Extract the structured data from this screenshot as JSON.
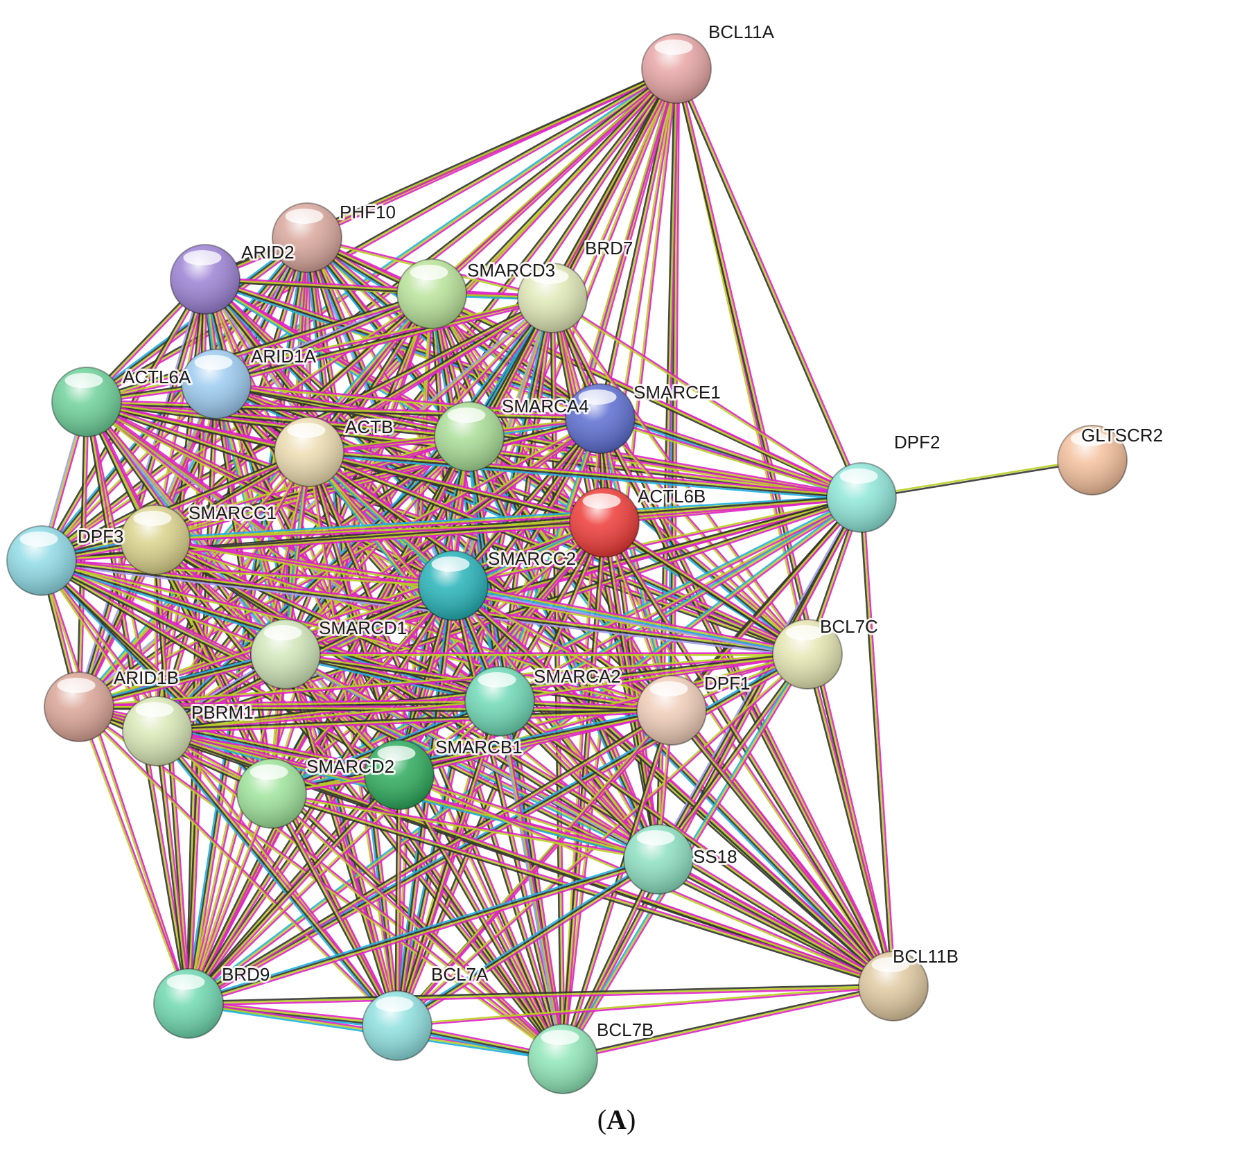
{
  "caption_letter": "A",
  "nodes": [
    {
      "id": "BCL11A",
      "label": "BCL11A",
      "color": "#e8a5a5"
    },
    {
      "id": "PHF10",
      "label": "PHF10",
      "color": "#d9a79c"
    },
    {
      "id": "ARID2",
      "label": "ARID2",
      "color": "#9c82d4"
    },
    {
      "id": "SMARCD3",
      "label": "SMARCD3",
      "color": "#b9e39a"
    },
    {
      "id": "BRD7",
      "label": "BRD7",
      "color": "#dfe8b6"
    },
    {
      "id": "ARID1A",
      "label": "ARID1A",
      "color": "#9ccbf0"
    },
    {
      "id": "ACTL6A",
      "label": "ACTL6A",
      "color": "#6ed19a"
    },
    {
      "id": "SMARCA4",
      "label": "SMARCA4",
      "color": "#a9dd96"
    },
    {
      "id": "SMARCE1",
      "label": "SMARCE1",
      "color": "#5d6ed1"
    },
    {
      "id": "ACTB",
      "label": "ACTB",
      "color": "#ecdcb0"
    },
    {
      "id": "DPF2",
      "label": "DPF2",
      "color": "#8ee6d8"
    },
    {
      "id": "GLTSCR2",
      "label": "GLTSCR2",
      "color": "#f4c09c"
    },
    {
      "id": "ACTL6B",
      "label": "ACTL6B",
      "color": "#ee3b37"
    },
    {
      "id": "SMARCC1",
      "label": "SMARCC1",
      "color": "#dbd38c"
    },
    {
      "id": "DPF3",
      "label": "DPF3",
      "color": "#8fdbe6"
    },
    {
      "id": "SMARCC2",
      "label": "SMARCC2",
      "color": "#26b3b8"
    },
    {
      "id": "SMARCD1",
      "label": "SMARCD1",
      "color": "#cfe6b8"
    },
    {
      "id": "BCL7C",
      "label": "BCL7C",
      "color": "#e6e6b3"
    },
    {
      "id": "ARID1B",
      "label": "ARID1B",
      "color": "#dba597"
    },
    {
      "id": "SMARCA2",
      "label": "SMARCA2",
      "color": "#6fd9b6"
    },
    {
      "id": "DPF1",
      "label": "DPF1",
      "color": "#f0cdb8"
    },
    {
      "id": "PBRM1",
      "label": "PBRM1",
      "color": "#d9e8b6"
    },
    {
      "id": "SMARCB1",
      "label": "SMARCB1",
      "color": "#2eab5c"
    },
    {
      "id": "SMARCD2",
      "label": "SMARCD2",
      "color": "#9ee39a"
    },
    {
      "id": "SS18",
      "label": "SS18",
      "color": "#8de0c2"
    },
    {
      "id": "BCL11B",
      "label": "BCL11B",
      "color": "#e0c9a0"
    },
    {
      "id": "BRD9",
      "label": "BRD9",
      "color": "#6fd9b0"
    },
    {
      "id": "BCL7A",
      "label": "BCL7A",
      "color": "#8fe0e0"
    },
    {
      "id": "BCL7B",
      "label": "BCL7B",
      "color": "#8fe6b8"
    }
  ],
  "edge_colors": [
    "#e020c8",
    "#b8d020",
    "#333333",
    "#20b0e0",
    "#a0a0f0"
  ],
  "edges": [
    [
      "DPF2",
      "GLTSCR2",
      [
        1,
        2
      ]
    ]
  ]
}
